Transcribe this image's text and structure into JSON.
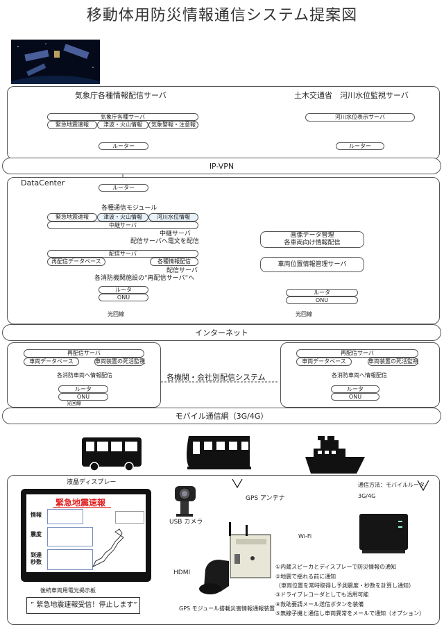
{
  "title": "移動体用防災情報通信システム提案図",
  "top_left": {
    "header": "気象庁各種情報配信サーバ",
    "server": "気象庁各種サーバ",
    "items": [
      "緊急地震速報",
      "津波・火山情報",
      "気象警報・注意報"
    ],
    "router": "ルーター"
  },
  "top_right": {
    "header": "土木交通省　河川水位監視サーバ",
    "server": "河川水位表示サーバ",
    "router": "ルーター"
  },
  "ipvpn": "IP-VPN",
  "datacenter": {
    "label": "DataCenter",
    "router": "ルーター",
    "module_title": "各種通信モジュール",
    "modules": [
      "緊急地震速報",
      "津波・火山情報",
      "河川水位情報"
    ],
    "relay_server": "中継サーバ",
    "note_relay": [
      "中継サーバ",
      "配信サーバへ電文を配信"
    ],
    "dist_server": "配信サーバ",
    "redist_db": "再配信データベース",
    "info_dist": "各種情報配信",
    "note_dist": [
      "配信サーバ",
      "各消防機関施設の”再配信サーバ”へ"
    ],
    "router_l": "ルータ",
    "onu_l": "ONU",
    "fiber_l": "光回線",
    "image_mgmt": [
      "画像データ管理",
      "各車両向け情報配信"
    ],
    "vehicle_mgmt": "車両位置情報管理サーバ",
    "router_r": "ルータ",
    "onu_r": "ONU",
    "fiber_r": "光回線"
  },
  "internet": "インターネット",
  "agency_left": {
    "redist_server": "再配信サーバ",
    "vehicle_db": "車両データベース",
    "vehicle_monitor": "車両装置の死活監視",
    "dist_note": "各消防車両へ情報配信",
    "router": "ルータ",
    "onu": "ONU",
    "fiber": "光回線"
  },
  "agency_center": "各機関・会社別配信システム",
  "agency_right": {
    "redist_server": "再配信サーバ",
    "vehicle_db": "車両データベース",
    "vehicle_monitor": "車両装置の死活監視",
    "dist_note": "各消防車両へ情報配信",
    "router": "ルータ",
    "onu": "ONU"
  },
  "mobile": "モバイル通信網（3G/4G）",
  "vehicle": {
    "display_label": "液晶ディスプレー",
    "alert_title": "緊急地震速報",
    "fields": [
      "情報",
      "震度",
      "到達秒数"
    ],
    "usb_camera": "USB カメラ",
    "gps_antenna": "GPS アンテナ",
    "comm_method": "通信方法：モバイルルータ",
    "comm_type": "3G/4G",
    "wifi": "Wi-Fi",
    "hdmi": "HDMI",
    "sign_label": "後続車両用電光掲示板",
    "sign_text": "” 緊急地震速報受信！停止します”",
    "device_label": "GPS モジュール搭載災害情報通報装置",
    "features": [
      "①内蔵スピーカとディスプレーで防災情報の通知",
      "②地震で揺れる前に通知",
      "（車両位置を常時取得し予測震度・秒数を計算し通知）",
      "③ドライブレコーダとしても活用可能",
      "④救助要請メール送信ボタンを装備",
      "⑤無線子機と通信し車両異常をメールで通知（オプション）"
    ]
  }
}
